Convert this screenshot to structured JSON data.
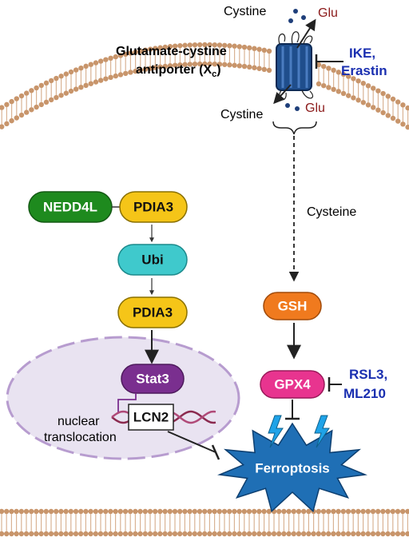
{
  "labels": {
    "cystine_top": "Cystine",
    "glu_top": "Glu",
    "transporter_line1": "Glutamate-cystine",
    "transporter_line2": "antiporter (X",
    "transporter_sub": "c",
    "transporter_close": ")",
    "inhibitor_xc_line1": "IKE,",
    "inhibitor_xc_line2": "Erastin",
    "cystine_bottom": "Cystine",
    "glu_bottom": "Glu",
    "cysteine": "Cysteine",
    "nuclear_line1": "nuclear",
    "nuclear_line2": "translocation",
    "inhibitor_gpx4_line1": "RSL3,",
    "inhibitor_gpx4_line2": "ML210",
    "ferroptosis": "Ferroptosis"
  },
  "nodes": {
    "nedd4l": "NEDD4L",
    "pdia3_top": "PDIA3",
    "ubi": "Ubi",
    "pdia3_mid": "PDIA3",
    "stat3": "Stat3",
    "lcn2": "LCN2",
    "gsh": "GSH",
    "gpx4": "GPX4"
  },
  "colors": {
    "nedd4l": "#1e8a1e",
    "pdia3": "#f5c518",
    "ubi": "#3fc9cc",
    "stat3": "#7a2f8f",
    "gsh": "#f07a1e",
    "gpx4": "#e8348f",
    "ferroptosis": "#1f6fb5",
    "membrane": "#c8956b",
    "nucleus": "#e9e3f1",
    "inhibitor_text": "#1a2fb0",
    "glu_text": "#8b1a1a"
  }
}
